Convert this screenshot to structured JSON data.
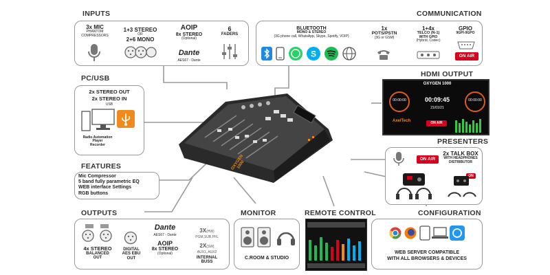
{
  "sections": {
    "inputs": "INPUTS",
    "communication": "COMMUNICATION",
    "pcusb": "PC/USB",
    "hdmi": "HDMI OUTPUT",
    "presenters": "PRESENTERS",
    "features": "FEATURES",
    "outputs": "OUTPUTS",
    "monitor": "MONITOR",
    "remote": "REMOTE CONTROL",
    "configuration": "CONFIGURATION"
  },
  "inputs": {
    "mic_a": "3x MIC",
    "mic_b": "PHANTOM",
    "mic_c": "COMPRESSORS",
    "stereo_a": "1+3 STEREO",
    "stereo_or": "OR",
    "stereo_b": "2+6 MONO",
    "aoip_title": "AOIP",
    "aoip_stereo": "8x STEREO",
    "aoip_opt": "(Optional)",
    "dante": "Dante",
    "aes67": "AES67 - Dante",
    "faders_a": "6",
    "faders_b": "FADERS"
  },
  "communication": {
    "bt_title": "BLUETOOTH",
    "bt_sub": "MONO & STEREO",
    "bt_desc": "(3G phone call, WhatsApp, Skype, Spotify, VOIP)",
    "pots_a": "1x",
    "pots_b": "POTS/PSTN",
    "pots_c": "(3G or GSM)",
    "telco_a": "1+4x",
    "telco_b": "TELCO (N-1)",
    "telco_c": "WITH GPIO",
    "telco_d": "(Hybrid, Codec)",
    "gpio_a": "GPIO",
    "gpio_b": "9GPI-9GPO",
    "onair": "ON AIR"
  },
  "pcusb": {
    "l1": "2x STEREO OUT",
    "l2": "2x STEREO IN",
    "l3": "USB",
    "cap_a": "Radio Automation",
    "cap_b": "Player",
    "cap_c": "Recorder"
  },
  "hdmi": {
    "brand": "OXYGEN 1000",
    "time_big": "00:09:45",
    "date": "21/01/21",
    "left_time": "00:00:00",
    "right_time": "00:00:00",
    "logo": "AxelTech",
    "onair": "ON AIR"
  },
  "presenters": {
    "onair": "ON AIR",
    "talk_a": "2x TALK BOX",
    "talk_b": "WITH HEADPHONES",
    "talk_c": "DISTRIBUTOR",
    "on_small": "ON"
  },
  "features": {
    "items": [
      "Mic Compressor",
      "5 band fully parametric EQ",
      "WEB interface Settings",
      "RGB buttons"
    ]
  },
  "outputs": {
    "bal_a": "4x STEREO",
    "bal_b": "BALANCED",
    "bal_c": "OUT",
    "dig_a": "DIGITAL",
    "dig_b": "AES EBU",
    "dig_c": "OUT",
    "dante": "Dante",
    "aes67": "AES67 - Dante",
    "aoip_a": "AOIP",
    "aoip_b": "8x STEREO",
    "aoip_c": "(Optional)",
    "bus_1a": "3X",
    "bus_1b": "(HW)",
    "bus_1c": "PGM,SUB,PFL",
    "bus_2a": "2X",
    "bus_2b": "(SW)",
    "bus_2c": "AUX1, AUX2",
    "bus_3a": "INTERNAL",
    "bus_3b": "BUSS"
  },
  "monitor": {
    "caption": "C.ROOM & STUDIO"
  },
  "configuration": {
    "l1": "WEB SERVER COMPATIBLE",
    "l2": "WITH ALL BROWSERS & DEVICES"
  },
  "console": {
    "brand_a": "OXYGEN",
    "brand_b": "1000"
  },
  "colors": {
    "onair": "#d9001b",
    "usb": "#f08a1c",
    "whatsapp": "#25d366",
    "skype": "#00aff0",
    "spotify": "#1db954",
    "bluetooth": "#1e88e5"
  }
}
